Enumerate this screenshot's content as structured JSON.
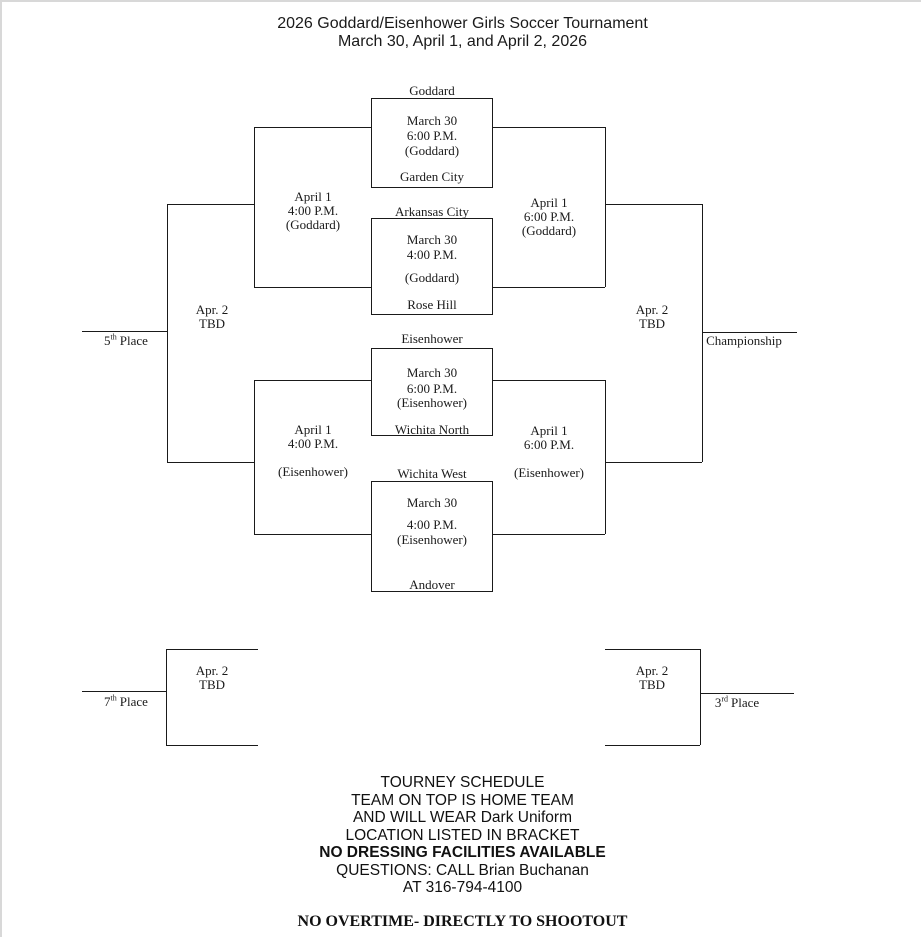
{
  "page": {
    "title_line1": "2026 Goddard/Eisenhower Girls Soccer Tournament",
    "title_line2": "March 30, April 1, and April 2, 2026"
  },
  "bracket": {
    "games": [
      {
        "home_team": "Goddard",
        "date": "March 30",
        "time": "6:00 P.M.",
        "location": "(Goddard)",
        "away_team": "Garden City"
      },
      {
        "home_team": "Arkansas City",
        "date": "March 30",
        "time": "4:00 P.M.",
        "location": "(Goddard)",
        "away_team": "Rose Hill"
      },
      {
        "home_team": "Eisenhower",
        "date": "March 30",
        "time": "6:00 P.M.",
        "location": "(Eisenhower)",
        "away_team": "Wichita North"
      },
      {
        "home_team": "Wichita West",
        "date": "March 30",
        "time": "4:00 P.M.",
        "location": "(Eisenhower)",
        "away_team": "Andover"
      }
    ],
    "semifinals": [
      {
        "date": "April 1",
        "time": "4:00 P.M.",
        "location": "(Goddard)"
      },
      {
        "date": "April 1",
        "time": "6:00 P.M.",
        "location": "(Goddard)"
      },
      {
        "date": "April 1",
        "time": "4:00 P.M.",
        "location": "(Eisenhower)"
      },
      {
        "date": "April 1",
        "time": "6:00 P.M.",
        "location": "(Eisenhower)"
      }
    ],
    "placement_games": {
      "fifth": {
        "date": "Apr. 2",
        "time": "TBD",
        "num": "5",
        "ord": "th",
        "word": "Place"
      },
      "championship": {
        "date": "Apr. 2",
        "time": "TBD",
        "label": "Championship"
      },
      "seventh": {
        "date": "Apr. 2",
        "time": "TBD",
        "num": "7",
        "ord": "th",
        "word": "Place"
      },
      "third": {
        "date": "Apr. 2",
        "time": "TBD",
        "num": "3",
        "ord": "rd",
        "word": "Place"
      }
    }
  },
  "notes": {
    "line1": "TOURNEY SCHEDULE",
    "line2": "TEAM ON TOP IS HOME TEAM",
    "line3": "AND WILL WEAR Dark Uniform",
    "line4": "LOCATION LISTED IN BRACKET",
    "line5": "NO DRESSING FACILITIES AVAILABLE",
    "line6": "QUESTIONS:  CALL Brian Buchanan",
    "line7": "AT 316-794-4100",
    "footer": "NO OVERTIME- DIRECTLY TO SHOOTOUT"
  }
}
